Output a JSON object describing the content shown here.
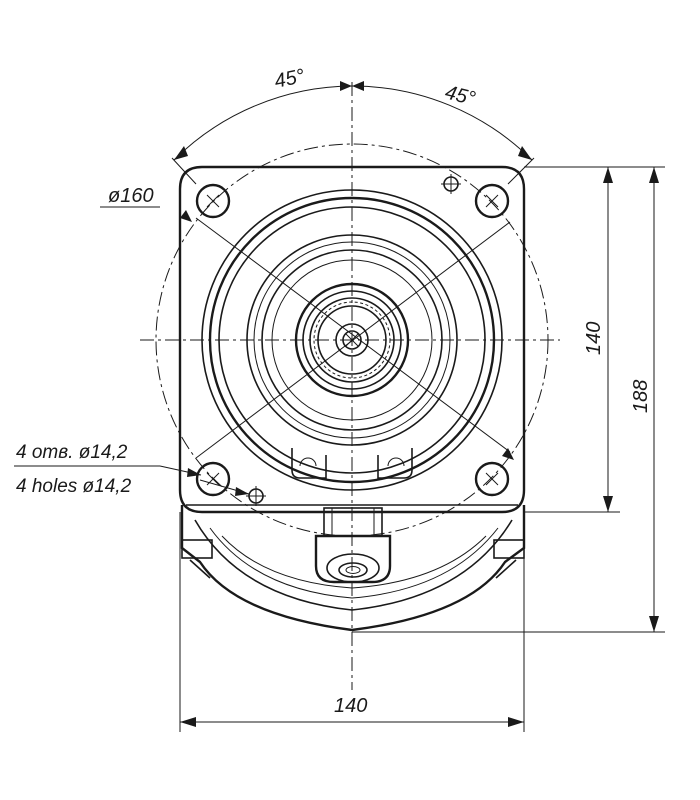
{
  "dimensions": {
    "angle_left": "45°",
    "angle_right": "45°",
    "bolt_circle_diameter": "ø160",
    "flange_height": "140",
    "overall_height": "188",
    "flange_width": "140"
  },
  "holes_note": {
    "russian": "4 отв. ø14,2",
    "english": "4 holes ø14,2"
  }
}
